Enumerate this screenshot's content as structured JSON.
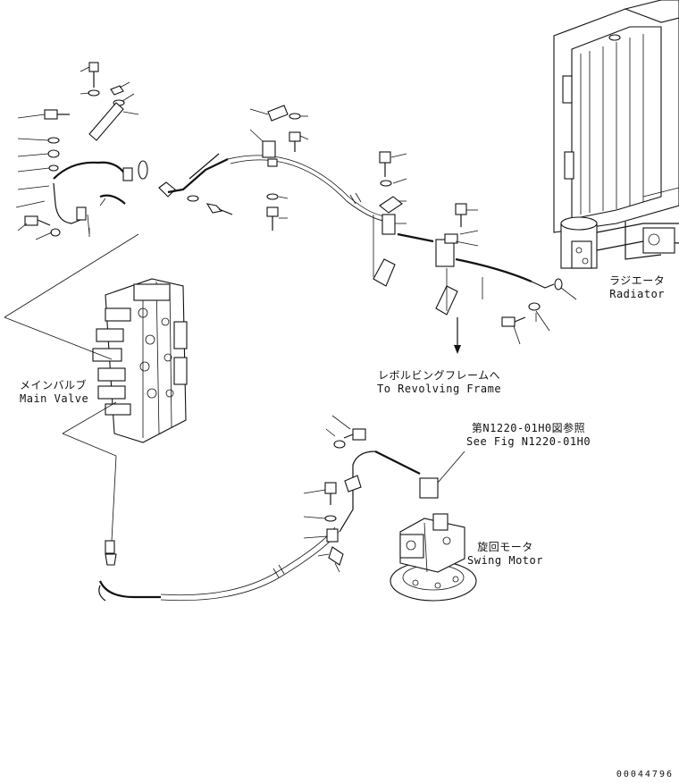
{
  "labels": {
    "main_valve": {
      "jp": "メインバルブ",
      "en": "Main Valve"
    },
    "radiator": {
      "jp": "ラジエータ",
      "en": "Radiator"
    },
    "revolving_frame": {
      "jp": "レボルビングフレームへ",
      "en": "To Revolving Frame"
    },
    "see_fig": {
      "jp": "第N1220-01H0図参照",
      "en": "See Fig N1220-01H0"
    },
    "swing_motor": {
      "jp": "旋回モータ",
      "en": "Swing Motor"
    }
  },
  "document_number": "00044796"
}
